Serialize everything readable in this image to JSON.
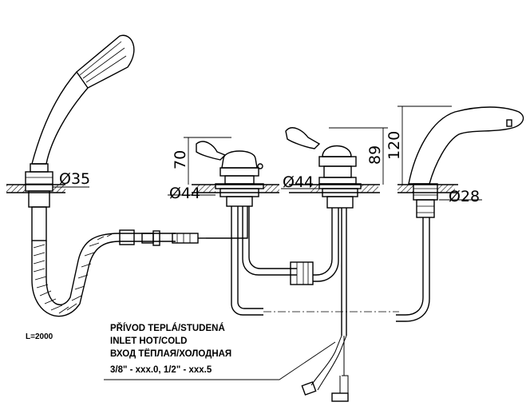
{
  "dimensions": {
    "hand_shower_diameter": "Ø35",
    "left_valve_diameter": "Ø44",
    "right_valve_diameter": "Ø44",
    "spout_diameter": "Ø28",
    "left_valve_height": "70",
    "right_valve_height": "89",
    "spout_height": "120"
  },
  "hose_length": "L=2000",
  "inlet_note": {
    "line1": "PŘÍVOD TEPLÁ/STUDENÁ",
    "line2": "INLET HOT/COLD",
    "line3": "ВХОД ТЁПЛАЯ/ХОЛОДНАЯ",
    "line4": "3/8\" - xxx.0, 1/2\" - xxx.5"
  },
  "colors": {
    "line": "#000000",
    "background": "#ffffff",
    "hatch": "#000000"
  }
}
